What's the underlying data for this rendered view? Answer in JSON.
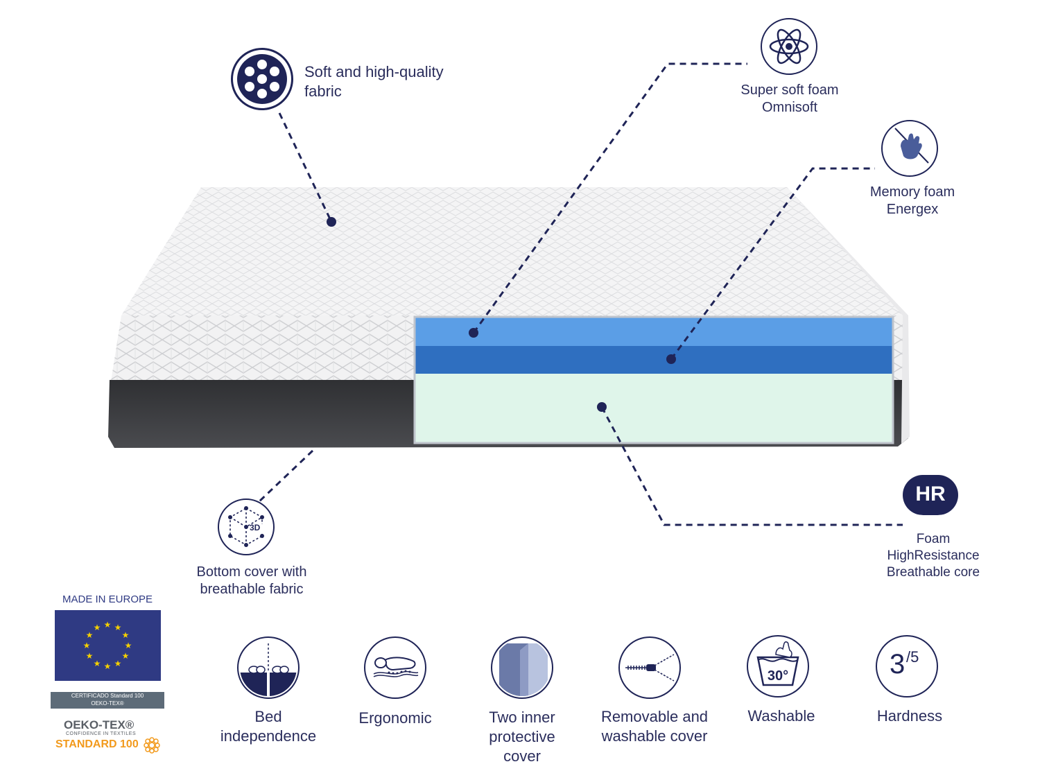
{
  "callouts": {
    "fabric": {
      "line1": "Soft and high-quality",
      "line2": "fabric",
      "icon": "circles-pattern-icon"
    },
    "omnisoft": {
      "line1": "Super soft foam",
      "line2": "Omnisoft",
      "icon": "atom-icon"
    },
    "energex": {
      "line1": "Memory foam",
      "line2": "Energex",
      "icon": "hand-press-icon"
    },
    "hr": {
      "badge": "HR",
      "line1": "Foam",
      "line2": "HighResistance",
      "line3": "Breathable core",
      "icon": "hr-badge-icon"
    },
    "bottom_cover": {
      "line1": "Bottom cover with",
      "line2": "breathable fabric",
      "icon": "3d-cube-icon",
      "icon_text": "3D"
    }
  },
  "features": [
    {
      "lines": [
        "Bed",
        "independence"
      ],
      "icon": "bed-independence-icon"
    },
    {
      "lines": [
        "Ergonomic"
      ],
      "icon": "ergonomic-body-icon"
    },
    {
      "lines": [
        "Two inner",
        "protective",
        "cover"
      ],
      "icon": "protective-layers-icon"
    },
    {
      "lines": [
        "Removable and",
        "washable cover"
      ],
      "icon": "zipper-icon"
    },
    {
      "lines": [
        "Washable"
      ],
      "icon": "wash-30-icon",
      "icon_text": "30°"
    },
    {
      "lines": [
        "Hardness"
      ],
      "icon": "hardness-icon",
      "icon_text_main": "3",
      "icon_text_sup": "/5"
    }
  ],
  "certification": {
    "made_in": "MADE IN EUROPE",
    "band_line1": "CERTIFICADO Standard 100",
    "band_line2": "OEKO-TEX®",
    "oeko_name": "OEKO-TEX®",
    "oeko_tag": "CONFIDENCE IN TEXTILES",
    "standard": "STANDARD 100"
  },
  "colors": {
    "navy": "#1f2457",
    "foam_light_blue": "#5b9ee6",
    "foam_dark_blue": "#2f6fc0",
    "foam_mint": "#dff5ea",
    "mattress_base": "#3c3d40",
    "oeko_orange": "#f29a1d"
  }
}
